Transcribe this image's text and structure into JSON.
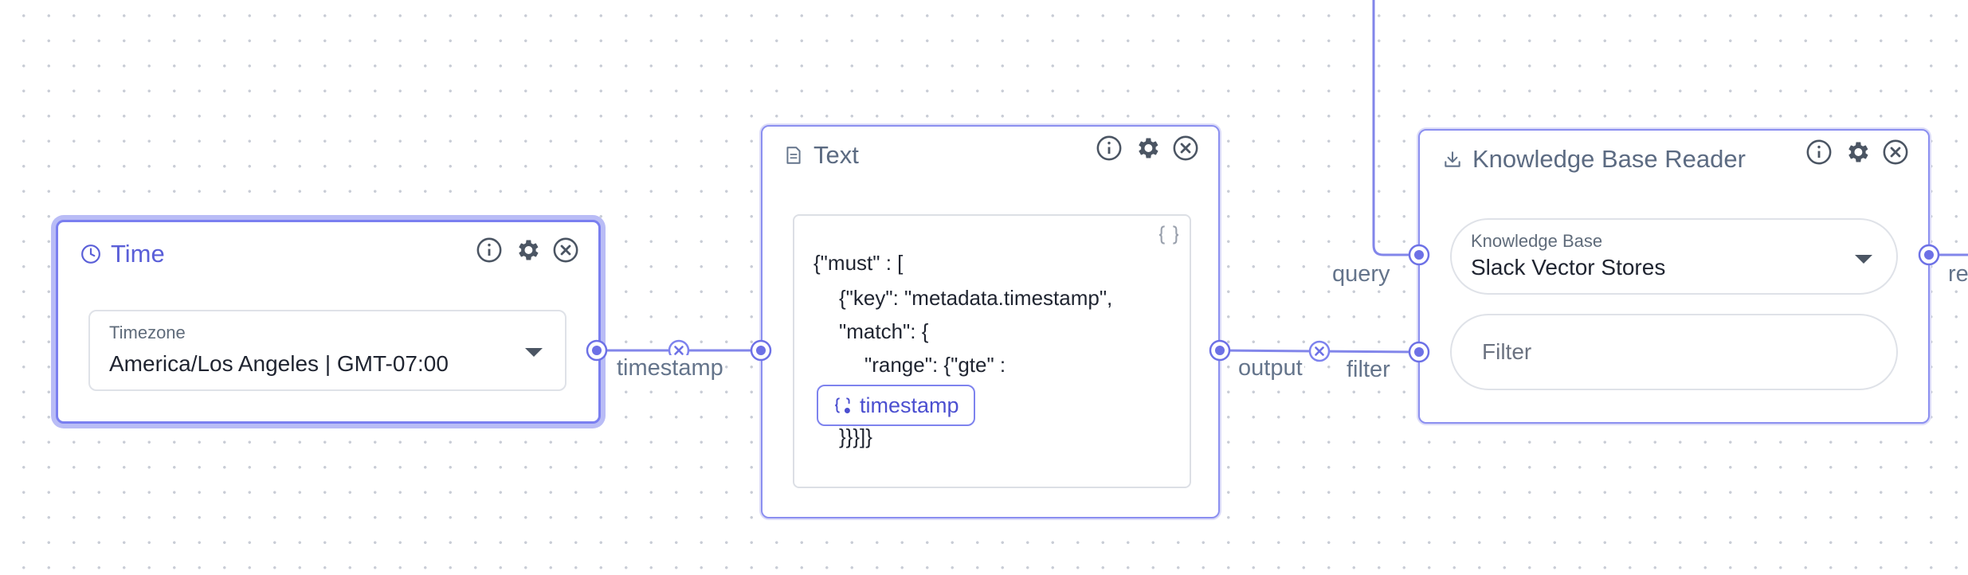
{
  "colors": {
    "accent": "#6d71e6",
    "edge": "#8286ea",
    "node_border": "#8b8ff0"
  },
  "nodes": {
    "time": {
      "title": "Time",
      "icon": "clock-icon",
      "timezone_label": "Timezone",
      "timezone_value": "America/Los Angeles | GMT-07:00"
    },
    "text": {
      "title": "Text",
      "icon": "document-icon",
      "code_lines": [
        "{\"must\" : [",
        "{\"key\": \"metadata.timestamp\",",
        "\"match\": {",
        "\"range\": {\"gte\" :",
        "}}}]}"
      ],
      "variable": "timestamp",
      "braces_icon": "curly-braces-icon"
    },
    "kb_reader": {
      "title": "Knowledge Base Reader",
      "icon": "download-icon",
      "kb_label": "Knowledge Base",
      "kb_value": "Slack Vector Stores",
      "filter_placeholder": "Filter"
    }
  },
  "action_icons": [
    "info-icon",
    "gear-icon",
    "close-icon"
  ],
  "edge_labels": {
    "time_out": "timestamp",
    "text_out": "output",
    "kb_filter_in": "filter",
    "kb_query_in": "query",
    "kb_out_partial": "re"
  }
}
